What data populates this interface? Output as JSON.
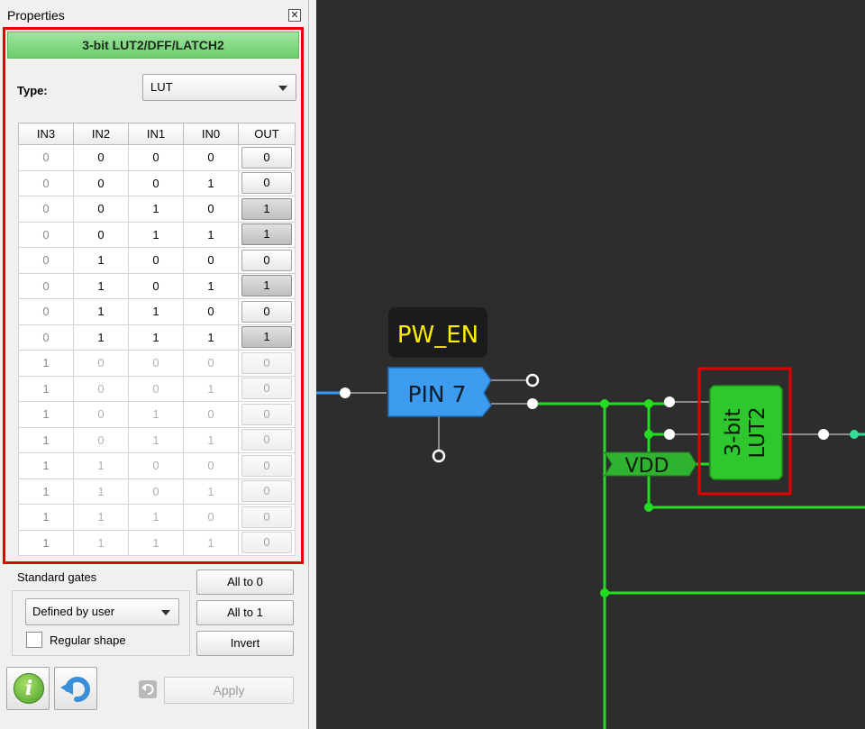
{
  "panel": {
    "title": "Properties",
    "close_icon": "✕",
    "block_title": "3-bit LUT2/DFF/LATCH2",
    "type_label": "Type:",
    "type_value": "LUT"
  },
  "truth_table": {
    "headers": [
      "IN3",
      "IN2",
      "IN1",
      "IN0",
      "OUT"
    ],
    "rows": [
      {
        "in3": "0",
        "in2": "0",
        "in1": "0",
        "in0": "0",
        "out": "0"
      },
      {
        "in3": "0",
        "in2": "0",
        "in1": "0",
        "in0": "1",
        "out": "0"
      },
      {
        "in3": "0",
        "in2": "0",
        "in1": "1",
        "in0": "0",
        "out": "1"
      },
      {
        "in3": "0",
        "in2": "0",
        "in1": "1",
        "in0": "1",
        "out": "1"
      },
      {
        "in3": "0",
        "in2": "1",
        "in1": "0",
        "in0": "0",
        "out": "0"
      },
      {
        "in3": "0",
        "in2": "1",
        "in1": "0",
        "in0": "1",
        "out": "1"
      },
      {
        "in3": "0",
        "in2": "1",
        "in1": "1",
        "in0": "0",
        "out": "0"
      },
      {
        "in3": "0",
        "in2": "1",
        "in1": "1",
        "in0": "1",
        "out": "1"
      },
      {
        "in3": "1",
        "in2": "0",
        "in1": "0",
        "in0": "0",
        "out": "0"
      },
      {
        "in3": "1",
        "in2": "0",
        "in1": "0",
        "in0": "1",
        "out": "0"
      },
      {
        "in3": "1",
        "in2": "0",
        "in1": "1",
        "in0": "0",
        "out": "0"
      },
      {
        "in3": "1",
        "in2": "0",
        "in1": "1",
        "in0": "1",
        "out": "0"
      },
      {
        "in3": "1",
        "in2": "1",
        "in1": "0",
        "in0": "0",
        "out": "0"
      },
      {
        "in3": "1",
        "in2": "1",
        "in1": "0",
        "in0": "1",
        "out": "0"
      },
      {
        "in3": "1",
        "in2": "1",
        "in1": "1",
        "in0": "0",
        "out": "0"
      },
      {
        "in3": "1",
        "in2": "1",
        "in1": "1",
        "in0": "1",
        "out": "0"
      }
    ]
  },
  "standard_gates": {
    "label": "Standard gates",
    "select_value": "Defined by user",
    "regular_shape_label": "Regular shape",
    "regular_shape_checked": false
  },
  "buttons": {
    "all_to_0": "All to 0",
    "all_to_1": "All to 1",
    "invert": "Invert",
    "apply": "Apply"
  },
  "icons": {
    "info": "i",
    "undo": "undo-arrow-icon"
  },
  "canvas": {
    "net_label": "PW_EN",
    "pin_label": "PIN 7",
    "vdd_label": "VDD",
    "lut_line1": "3-bit",
    "lut_line2": "LUT2",
    "colors": {
      "background": "#2d2d2d",
      "wire_green": "#22dd22",
      "wire_blue": "#3399ff",
      "pin_block": "#3d9cf0",
      "lut_block": "#2ec72e",
      "net_label_text": "#ffee00",
      "highlight": "#e30000"
    }
  }
}
